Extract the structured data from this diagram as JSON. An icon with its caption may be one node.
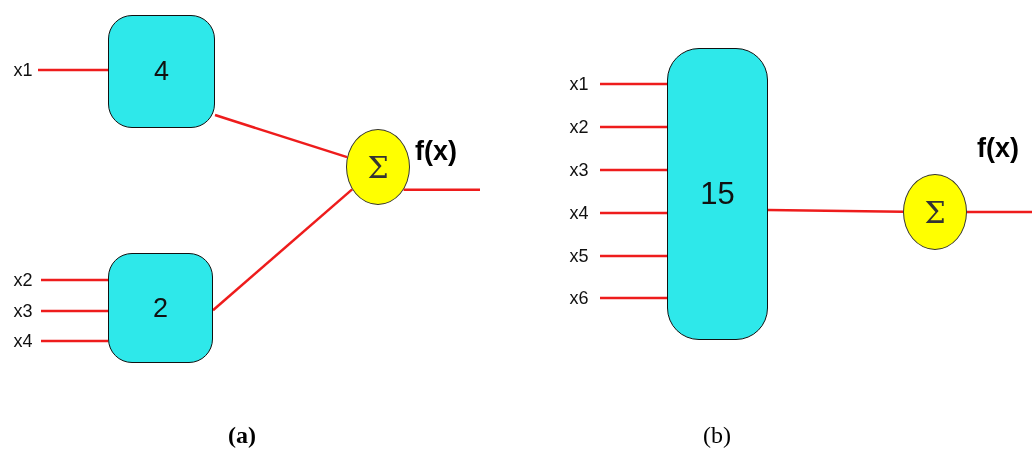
{
  "diagram": {
    "nodes": [
      {
        "text": [
          "x1"
        ]
      },
      {
        "text": [
          "4"
        ]
      },
      {
        "text": [
          "x2"
        ]
      },
      {
        "text": [
          "x3"
        ]
      },
      {
        "text": [
          "x4"
        ]
      },
      {
        "text": [
          "2"
        ]
      },
      {
        "text": [
          "Σ"
        ]
      },
      {
        "text": [
          "x1"
        ]
      },
      {
        "text": [
          "x2"
        ]
      },
      {
        "text": [
          "x3"
        ]
      },
      {
        "text": [
          "x4"
        ]
      },
      {
        "text": [
          "x5"
        ]
      },
      {
        "text": [
          "x6"
        ]
      },
      {
        "text": [
          "15"
        ]
      },
      {
        "text": [
          "Σ"
        ]
      }
    ],
    "edges": [
      {
        "from": 0,
        "to": 1,
        "arrow": "none"
      },
      {
        "from": 2,
        "to": 5,
        "arrow": "none"
      },
      {
        "from": 3,
        "to": 5,
        "arrow": "none"
      },
      {
        "from": 4,
        "to": 5,
        "arrow": "none"
      },
      {
        "from": 1,
        "to": 6,
        "arrow": "none"
      },
      {
        "from": 5,
        "to": 6,
        "arrow": "none"
      },
      {
        "from": 6,
        "to": null,
        "arrow": "none"
      },
      {
        "from": 7,
        "to": 13,
        "arrow": "none"
      },
      {
        "from": 8,
        "to": 13,
        "arrow": "none"
      },
      {
        "from": 9,
        "to": 13,
        "arrow": "none"
      },
      {
        "from": 10,
        "to": 13,
        "arrow": "none"
      },
      {
        "from": 11,
        "to": 13,
        "arrow": "none"
      },
      {
        "from": 12,
        "to": 13,
        "arrow": "none"
      },
      {
        "from": 13,
        "to": 14,
        "arrow": "none"
      },
      {
        "from": 14,
        "to": null,
        "arrow": "none"
      }
    ],
    "labels": [
      "f(x)",
      "f(x)",
      "(a)",
      "(b)"
    ]
  }
}
